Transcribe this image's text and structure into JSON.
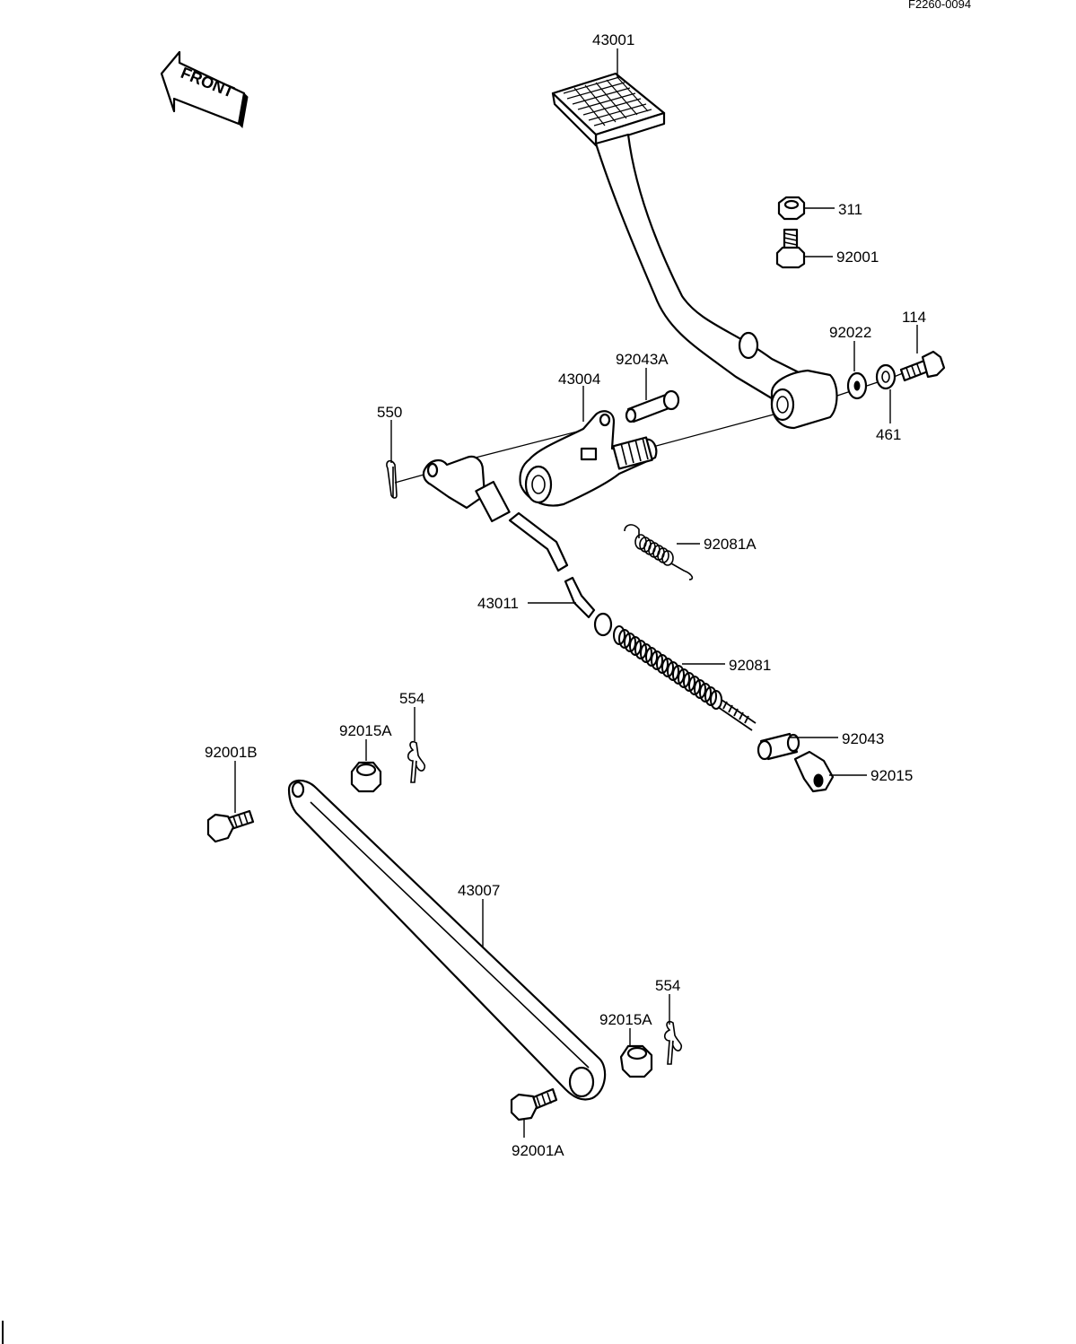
{
  "drawing_code": "F2260-0094",
  "front_label": "FRONT",
  "parts": [
    {
      "id": "p43001",
      "number": "43001"
    },
    {
      "id": "p311",
      "number": "311"
    },
    {
      "id": "p92001",
      "number": "92001"
    },
    {
      "id": "p114",
      "number": "114"
    },
    {
      "id": "p92022",
      "number": "92022"
    },
    {
      "id": "p461",
      "number": "461"
    },
    {
      "id": "p92043A",
      "number": "92043A"
    },
    {
      "id": "p43004",
      "number": "43004"
    },
    {
      "id": "p550",
      "number": "550"
    },
    {
      "id": "p92081A",
      "number": "92081A"
    },
    {
      "id": "p43011",
      "number": "43011"
    },
    {
      "id": "p92081",
      "number": "92081"
    },
    {
      "id": "p554a",
      "number": "554"
    },
    {
      "id": "p92015Aa",
      "number": "92015A"
    },
    {
      "id": "p92001B",
      "number": "92001B"
    },
    {
      "id": "p92043",
      "number": "92043"
    },
    {
      "id": "p92015",
      "number": "92015"
    },
    {
      "id": "p43007",
      "number": "43007"
    },
    {
      "id": "p554b",
      "number": "554"
    },
    {
      "id": "p92015Ab",
      "number": "92015A"
    },
    {
      "id": "p92001A",
      "number": "92001A"
    }
  ]
}
